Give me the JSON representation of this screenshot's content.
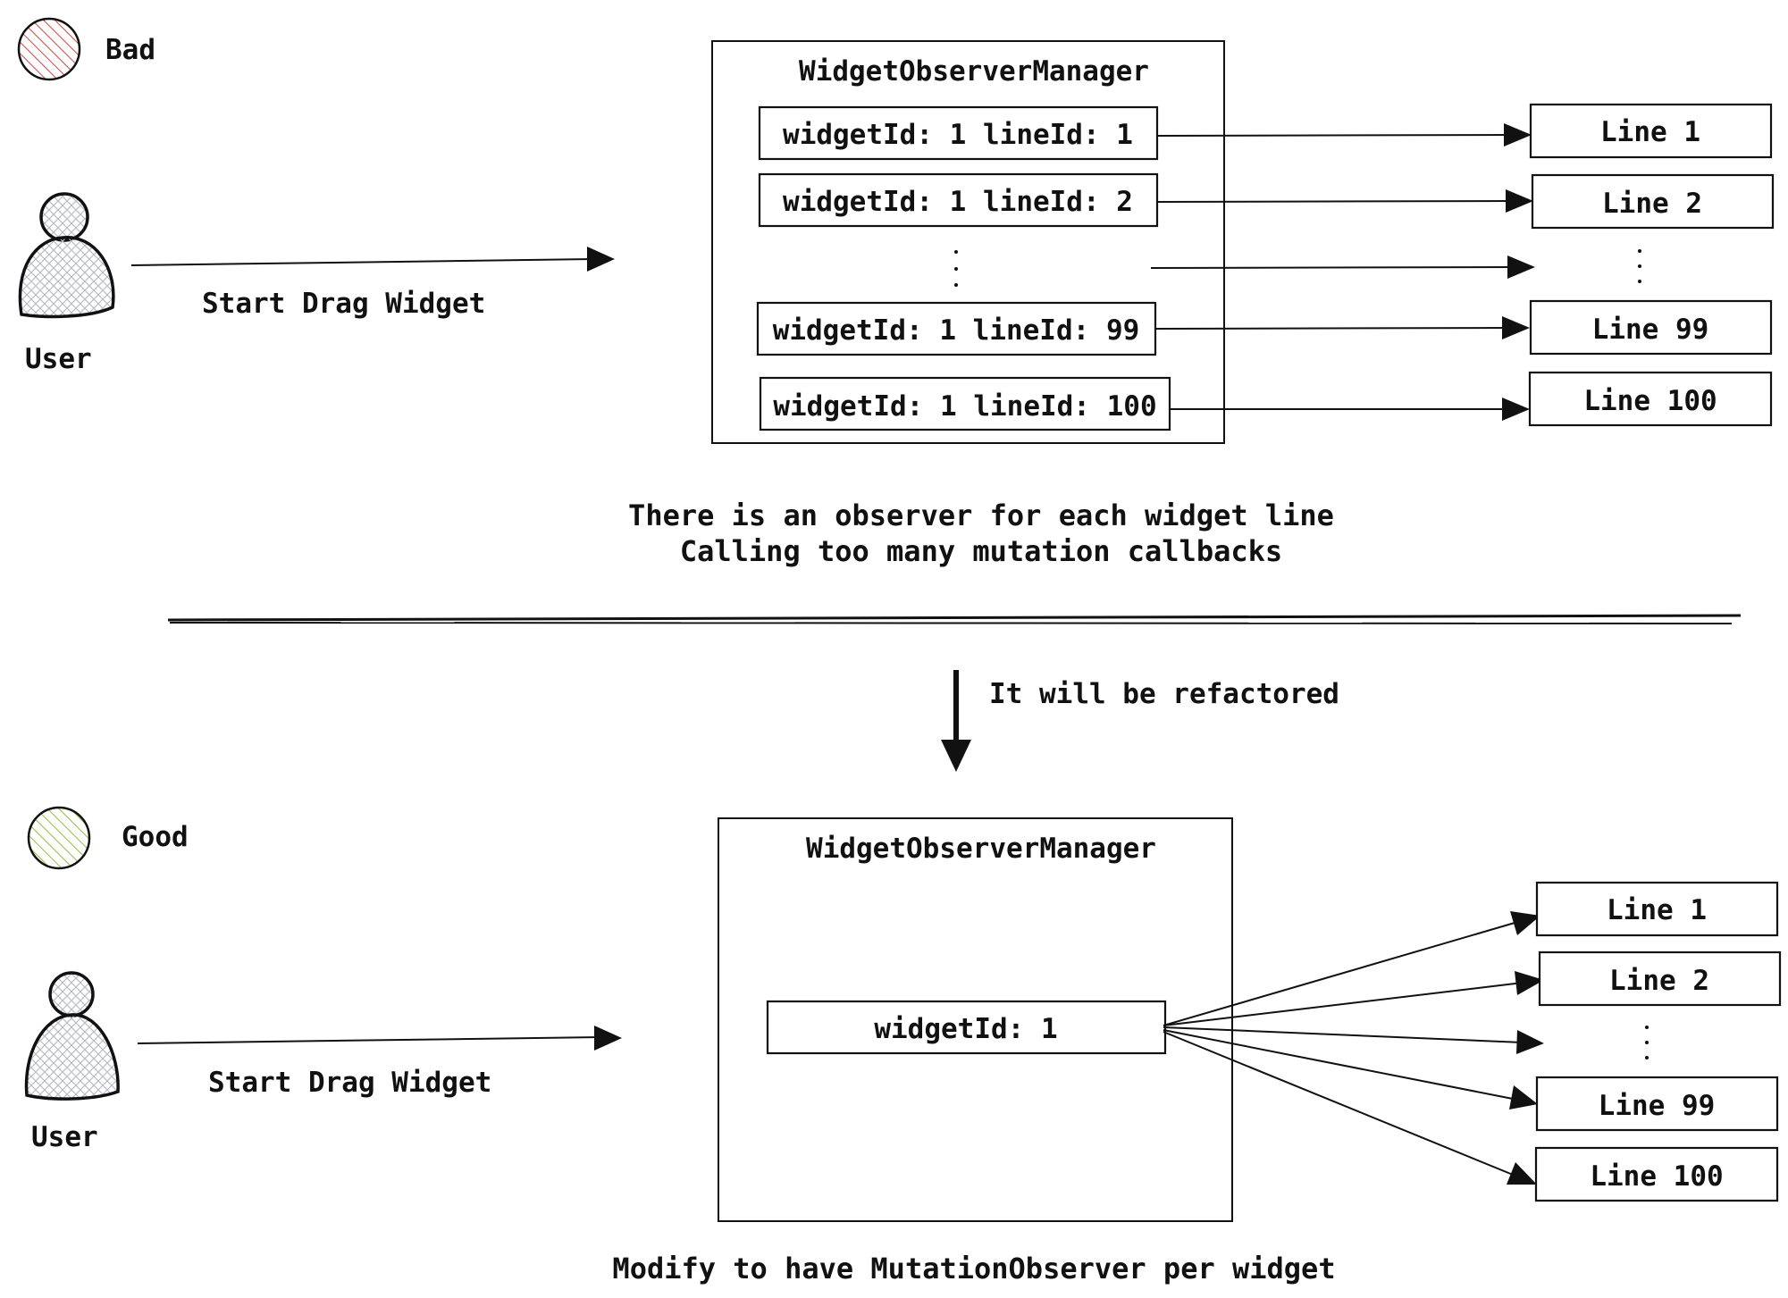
{
  "legend": {
    "bad_label": "Bad",
    "good_label": "Good",
    "bad_color": "#d94040",
    "good_color": "#8cbf3f"
  },
  "bad": {
    "user_label": "User",
    "action_label": "Start Drag Widget",
    "manager_title": "WidgetObserverManager",
    "observers": [
      "widgetId: 1 lineId: 1",
      "widgetId: 1 lineId: 2",
      "widgetId: 1 lineId: 99",
      "widgetId: 1 lineId: 100"
    ],
    "lines": [
      "Line 1",
      "Line 2",
      "Line 99",
      "Line 100"
    ],
    "caption_line1": "There is an observer for each widget line",
    "caption_line2": "Calling too many mutation callbacks"
  },
  "transition": {
    "label": "It will be refactored"
  },
  "good": {
    "user_label": "User",
    "action_label": "Start Drag Widget",
    "manager_title": "WidgetObserverManager",
    "observer": "widgetId: 1",
    "lines": [
      "Line 1",
      "Line 2",
      "Line 99",
      "Line 100"
    ],
    "caption": "Modify to have MutationObserver per widget"
  }
}
